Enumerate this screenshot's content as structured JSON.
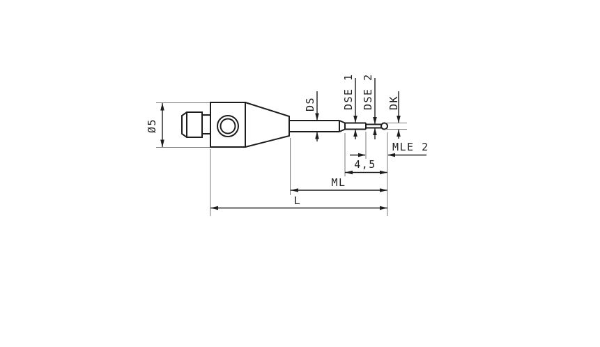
{
  "page": {
    "background": "#ffffff",
    "line_color": "#1d1d1d",
    "kind": "technical dimension drawing of a threaded stylus probe"
  },
  "drawing": {
    "labels": {
      "overall_diameter": "Ø5",
      "stem_diameter": "DS",
      "extension1_diameter": "DSE 1",
      "extension2_diameter": "DSE 2",
      "ball_diameter": "DK",
      "extension2_length": "MLE 2",
      "tip_length": "4,5",
      "measuring_length": "ML",
      "overall_length": "L"
    }
  }
}
